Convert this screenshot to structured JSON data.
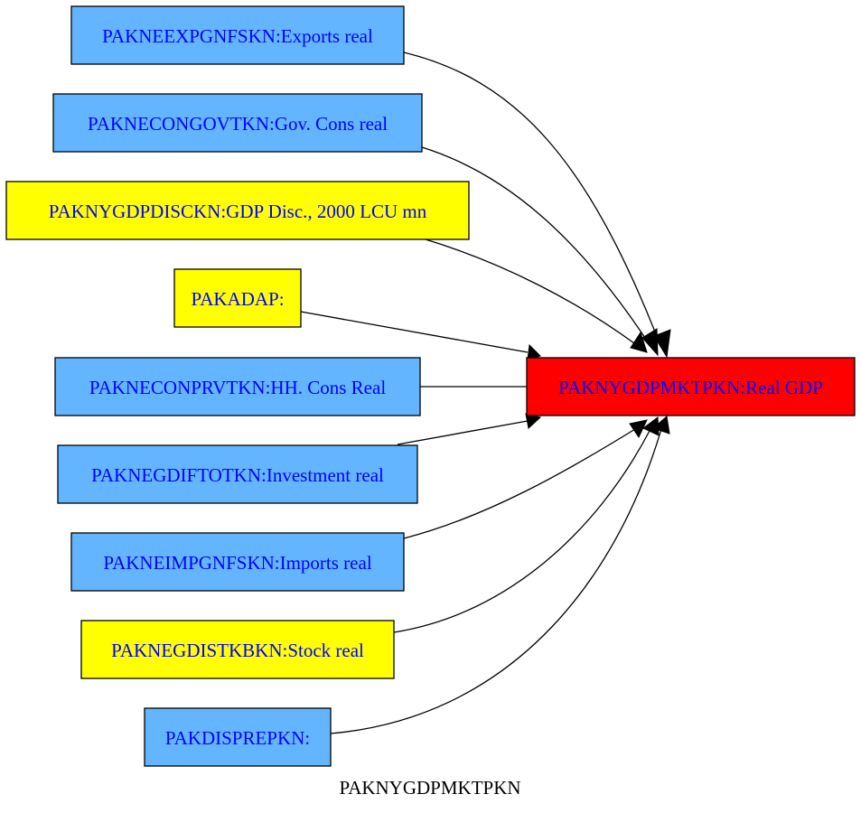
{
  "diagram": {
    "caption": "PAKNYGDPMKTPKN",
    "colors": {
      "source_blue": "#64b5ff",
      "source_yellow": "#ffff00",
      "target_red": "#ff0000",
      "label_text": "#0000ff",
      "edge": "#000000"
    },
    "target": {
      "id": "PAKNYGDPMKTPKN",
      "label": "PAKNYGDPMKTPKN:Real GDP",
      "fill": "red"
    },
    "sources": [
      {
        "id": "PAKNEEXPGNFSKN",
        "label": "PAKNEEXPGNFSKN:Exports real",
        "fill": "blue"
      },
      {
        "id": "PAKNECONGOVTKN",
        "label": "PAKNECONGOVTKN:Gov. Cons real",
        "fill": "blue"
      },
      {
        "id": "PAKNYGDPDISCKN",
        "label": "PAKNYGDPDISCKN:GDP Disc., 2000 LCU mn",
        "fill": "yellow"
      },
      {
        "id": "PAKADAP",
        "label": "PAKADAP:",
        "fill": "yellow"
      },
      {
        "id": "PAKNECONPRVTKN",
        "label": "PAKNECONPRVTKN:HH. Cons Real",
        "fill": "blue"
      },
      {
        "id": "PAKNEGDIFTOTKN",
        "label": "PAKNEGDIFTOTKN:Investment real",
        "fill": "blue"
      },
      {
        "id": "PAKNEIMPGNFSKN",
        "label": "PAKNEIMPGNFSKN:Imports real",
        "fill": "blue"
      },
      {
        "id": "PAKNEGDISTKBKN",
        "label": "PAKNEGDISTKBKN:Stock real",
        "fill": "yellow"
      },
      {
        "id": "PAKDISPREPKN",
        "label": "PAKDISPREPKN:",
        "fill": "blue"
      }
    ]
  }
}
